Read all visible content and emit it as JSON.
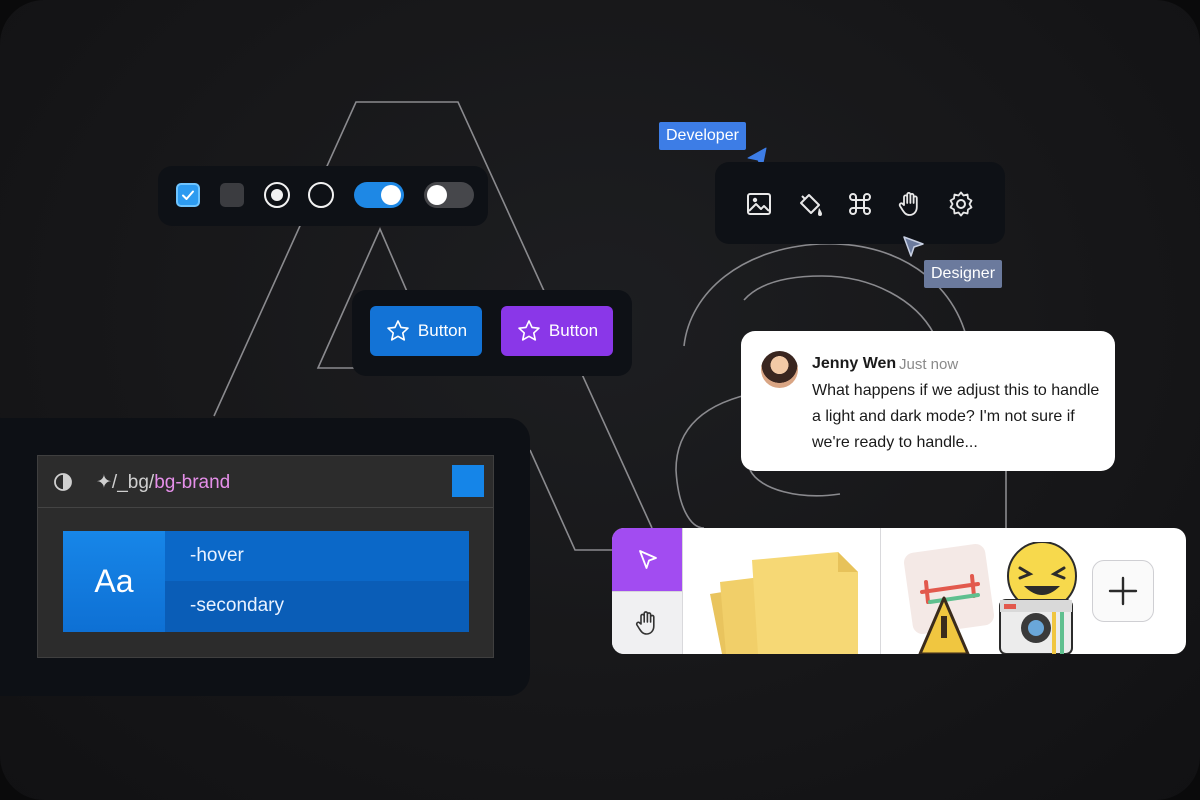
{
  "controls": {
    "checkbox_checked": true,
    "checkbox_unchecked": false,
    "radio_selected": true,
    "radio_unselected": false,
    "toggle_on": true,
    "toggle_off": false
  },
  "buttons": {
    "primary_label": "Button",
    "secondary_label": "Button"
  },
  "cursors": {
    "developer_label": "Developer",
    "designer_label": "Designer"
  },
  "tools": [
    "image-icon",
    "paint-bucket-icon",
    "command-icon",
    "hand-icon",
    "gear-icon"
  ],
  "comment": {
    "author": "Jenny Wen",
    "time": "Just now",
    "text": "What happens if we adjust this to handle a light and dark mode? I'm not sure if we're ready to handle..."
  },
  "variable": {
    "path_prefix": "✦/_bg/",
    "path_name": "bg-brand",
    "swatch_color": "#1585e8",
    "preview_sample": "Aa",
    "modes": [
      "-hover",
      "-secondary"
    ]
  },
  "dock": {
    "tools": [
      "cursor-icon",
      "hand-icon"
    ],
    "add_label": "+"
  },
  "colors": {
    "accent_blue": "#1373d6",
    "accent_purple": "#8a37e8",
    "developer_tag": "#3d7de6",
    "designer_tag": "#6b7a9d"
  }
}
